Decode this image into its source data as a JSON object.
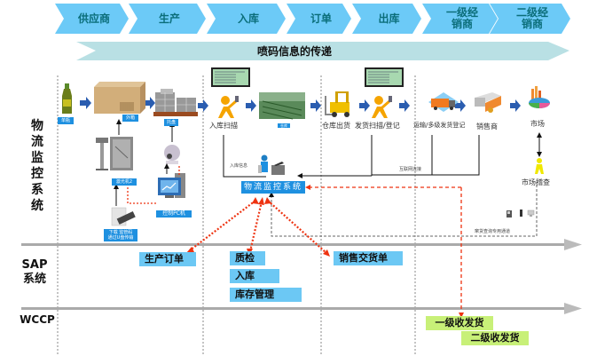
{
  "process_stages": [
    {
      "label": "供应商"
    },
    {
      "label": "生产"
    },
    {
      "label": "入库"
    },
    {
      "label": "订单"
    },
    {
      "label": "出库"
    },
    {
      "label": "一级经\n销商"
    },
    {
      "label": "二级经\n销商"
    }
  ],
  "banner": {
    "label": "喷码信息的传递"
  },
  "lanes": {
    "logistics": "物\n流\n监\n控\n系\n统",
    "sap": "SAP\n系统",
    "wccp": "WCCP"
  },
  "logistics_flow": {
    "single_bottle_tag": "单瓶",
    "outer_box_tag": "外箱",
    "pallet_tag": "托盘",
    "laser_machine_tag": "激光机2",
    "control_pc_tag": "控制PC机",
    "download_tag": "下载 监管码\n通过U盘传输",
    "warehouse_tag": "仓库",
    "inbound_scan": "入库扫描",
    "warehouse_outbound": "仓库出货",
    "shipping_scan": "发货扫描/登记",
    "transport_register": "运输/多级发货登记",
    "distributor": "销售商",
    "market": "市场",
    "market_inspection": "市场稽查",
    "inbound_info": "入库信息",
    "internet_link": "互联网连接",
    "query_channel": "窜货查询专用通道",
    "monitor_system": "物流监控系统"
  },
  "sap_modules": {
    "production_order": "生产订单",
    "quality_check": "质检",
    "inbound": "入库",
    "inventory": "库存管理",
    "sales_delivery": "销售交货单"
  },
  "wccp_modules": {
    "level1": "一级收发货",
    "level2": "二级收发货"
  },
  "colors": {
    "chevron": "#6ccaf7",
    "banner": "#b9e0e4",
    "tag_blue": "#1e90e0",
    "sap_box": "#6cc8f4",
    "wccp_box": "#c8f078",
    "red_dotted": "#ee3311",
    "flow_arrow": "#2a5db0"
  }
}
